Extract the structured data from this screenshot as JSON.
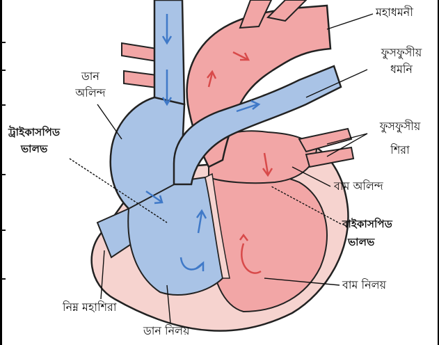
{
  "colors": {
    "blue_fill": "#a9c3e6",
    "red_fill": "#f2a6a6",
    "wall_fill": "#f6d3cf",
    "outline": "#222222",
    "blue_arrow": "#3f79c8",
    "red_arrow": "#d84a4a"
  },
  "labels": {
    "aorta": "মহাধমনী",
    "pulmonary_artery_1": "ফুসফুসীয়",
    "pulmonary_artery_2": "ধমনি",
    "right_atrium_1": "ডান",
    "right_atrium_2": "অলিন্দ",
    "tricuspid_1": "ট্রাইকাসপিড",
    "tricuspid_2": "ভালভ",
    "pulmonary_vein_1": "ফুসফুসীয়",
    "pulmonary_vein_2": "শিরা",
    "left_atrium": "বাম অলিন্দ",
    "bicuspid_1": "বাইকাসপিড",
    "bicuspid_2": "ভালভ",
    "left_ventricle": "বাম নিলয়",
    "inferior_vena_cava": "নিম্ন মহাশিরা",
    "right_ventricle": "ডান নিলয়"
  }
}
